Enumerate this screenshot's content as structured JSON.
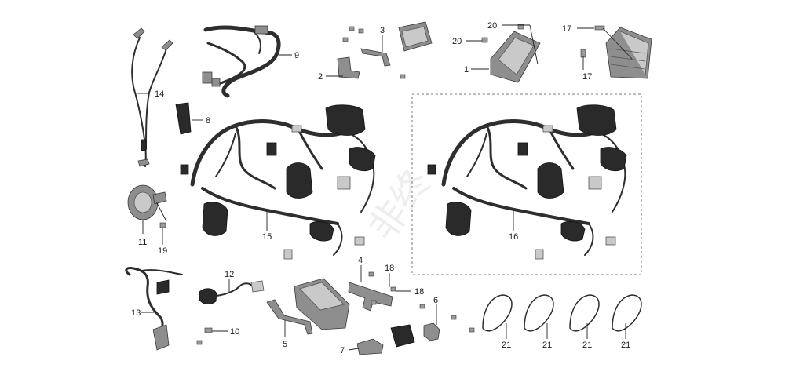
{
  "diagram": {
    "callouts": {
      "p1": "1",
      "p2": "2",
      "p3": "3",
      "p4": "4",
      "p5": "5",
      "p6": "6",
      "p7": "7",
      "p8": "8",
      "p9": "9",
      "p10": "10",
      "p11": "11",
      "p12": "12",
      "p13": "13",
      "p14": "14",
      "p15": "15",
      "p16": "16",
      "p17a": "17",
      "p17b": "17",
      "p18a": "18",
      "p18b": "18",
      "p19": "19",
      "p20a": "20",
      "p20b": "20",
      "p21a": "21",
      "p21b": "21",
      "p21c": "21",
      "p21d": "21"
    },
    "watermark": {
      "text": "",
      "hanzi": "非终"
    },
    "colors": {
      "line": "#222222",
      "part": "#8e8e8e",
      "part_dark": "#2a2a2a",
      "wire": "#2e2e2e",
      "dashed_box": "#777777",
      "watermark": "#d9d9d9"
    }
  }
}
